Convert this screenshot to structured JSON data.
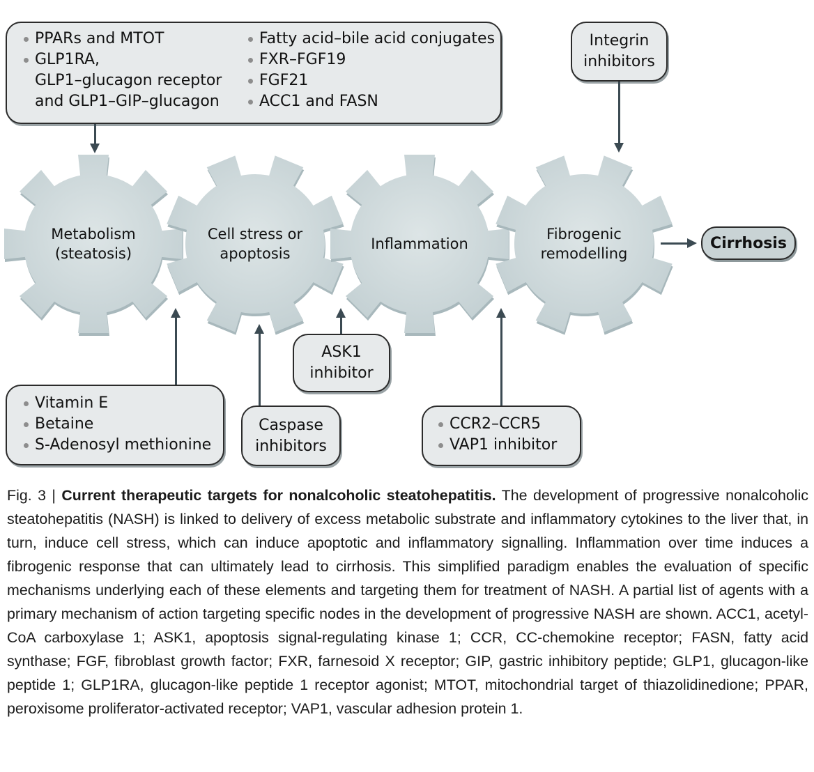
{
  "top_box": {
    "left_items": [
      "PPARs and MTOT",
      "GLP1RA,",
      "GLP1–glucagon receptor",
      "and GLP1–GIP–glucagon"
    ],
    "right_items": [
      "Fatty acid–bile acid conjugates",
      "FXR–FGF19",
      "FGF21",
      "ACC1 and FASN"
    ]
  },
  "integrin_box": {
    "line1": "Integrin",
    "line2": "inhibitors"
  },
  "gears": [
    {
      "line1": "Metabolism",
      "line2": "(steatosis)"
    },
    {
      "line1": "Cell stress or",
      "line2": "apoptosis"
    },
    {
      "line1": "Inflammation",
      "line2": ""
    },
    {
      "line1": "Fibrogenic",
      "line2": "remodelling"
    }
  ],
  "outcome": {
    "label": "Cirrhosis"
  },
  "bottom_boxes": {
    "vitamin": {
      "items": [
        "Vitamin E",
        "Betaine",
        "S-Adenosyl methionine"
      ]
    },
    "caspase": {
      "line1": "Caspase",
      "line2": "inhibitors"
    },
    "ask1": {
      "line1": "ASK1",
      "line2": "inhibitor"
    },
    "ccr": {
      "items": [
        "CCR2–CCR5",
        "VAP1 inhibitor"
      ]
    }
  },
  "colors": {
    "gear_fill": "#d0d9db",
    "gear_edge": "#a8b8bc",
    "box_fill": "#e7eaeb",
    "arrow": "#3b4a52",
    "cirrhosis_fill": "#c9d3d5"
  },
  "caption": {
    "fig_label": "Fig. 3 | ",
    "title": "Current therapeutic targets for nonalcoholic steatohepatitis.",
    "body": " The development of progressive nonalcoholic steatohepatitis (NASH) is linked to delivery of excess metabolic substrate and inflammatory cytokines to the liver that, in turn, induce cell stress, which can induce apoptotic and inflammatory signalling. Inflammation over time induces a fibrogenic response that can ultimately lead to cirrhosis. This simplified paradigm enables the evaluation of specific mechanisms underlying each of these elements and targeting them for treatment of NASH. A partial list of agents with a primary mechanism of action targeting specific nodes in the development of progressive NASH are shown. ACC1, acetyl-CoA carboxylase 1; ASK1, apoptosis signal-regulating kinase 1; CCR, CC-chemokine receptor; FASN, fatty acid synthase; FGF, fibroblast growth factor; FXR, farnesoid X receptor; GIP, gastric inhibitory peptide; GLP1, glucagon-like peptide 1; GLP1RA, glucagon-like peptide 1 receptor agonist; MTOT, mitochondrial target of thiazolidinedione; PPAR, peroxisome proliferator-activated receptor; VAP1, vascular adhesion protein 1."
  }
}
